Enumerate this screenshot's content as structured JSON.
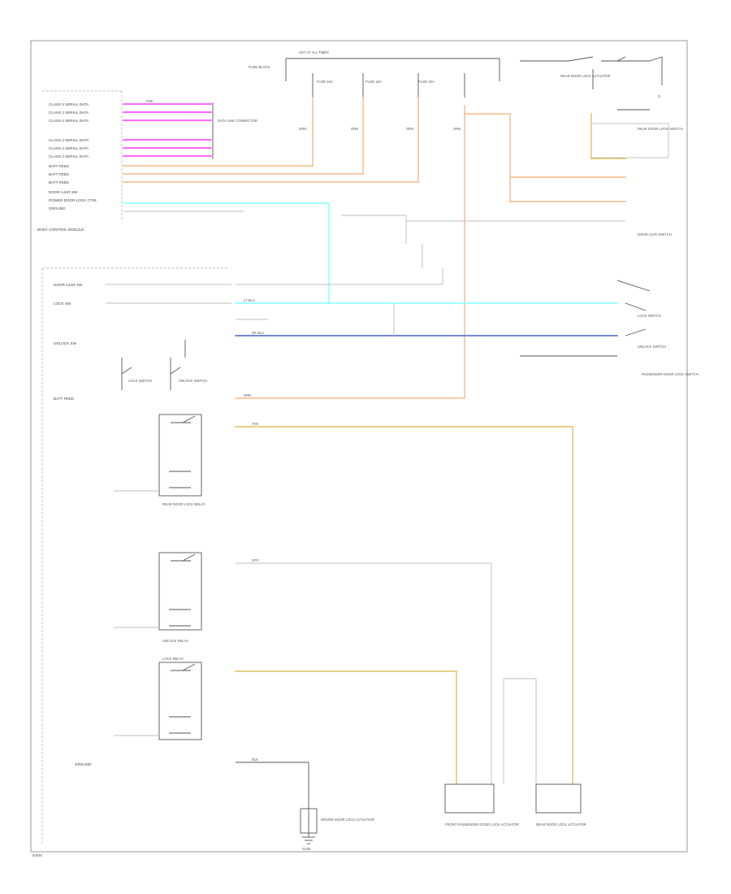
{
  "diagram": {
    "footer_code": "93948",
    "colors": {
      "pink": "#ff33ff",
      "orange": "#f5b886",
      "cyan": "#80ffff",
      "blue": "#4460cc",
      "yellow": "#e0c060",
      "gray": "#c0c0c0",
      "black": "#555555"
    },
    "top_fuse": {
      "header": "HOT AT ALL TIMES",
      "fuse_labels": [
        "FUSE BLOCK",
        "FUSE 10A",
        "FUSE 15A",
        "FUSE 20A"
      ],
      "wire_codes": [
        "ORN",
        "ORN",
        "ORN",
        "ORN"
      ]
    },
    "left_labels": [
      "CLASS 2 SERIAL DATA",
      "CLASS 2 SERIAL DATA",
      "CLASS 2 SERIAL DATA",
      "CLASS 2 SERIAL DATA",
      "CLASS 2 SERIAL DATA",
      "CLASS 2 SERIAL DATA",
      "BATT FEED",
      "BATT FEED",
      "BATT FEED",
      "DOOR AJAR SW",
      "POWER DOOR LOCK CTRL",
      "GROUND"
    ],
    "body_module_label": "BODY CONTROL MODULE",
    "splice_label": "DATA LINK CONNECTOR",
    "bcm_inputs": [
      "DOOR AJAR SW",
      "LOCK SW",
      "UNLOCK SW",
      "BATT FEED"
    ],
    "switch_labels": [
      "LOCK SWITCH",
      "UNLOCK SWITCH"
    ],
    "relay_labels": [
      "REAR DOOR LOCK RELAY",
      "UNLOCK RELAY",
      "LOCK RELAY"
    ],
    "right_labels": {
      "door_ajar": "DOOR AJAR SWITCH",
      "lock": "LOCK SWITCH",
      "unlock": "UNLOCK SWITCH",
      "passenger": "PASSENGER DOOR LOCK SWITCH",
      "actuator_top": "REAR DOOR LOCK ACTUATOR",
      "g_label": "G"
    },
    "bottom_labels": {
      "ground": "GROUND",
      "lock_actuator": "DRIVER DOOR LOCK ACTUATOR",
      "passenger_actuator": "FRONT PASSENGER DOOR LOCK ACTUATOR",
      "rear_actuator": "REAR DOOR LOCK ACTUATOR",
      "ground_g": "G100",
      "rear_lock_switch": "REAR DOOR LOCK SWITCH"
    },
    "wire_codes": {
      "pnk": "PNK",
      "org": "ORN",
      "lblu": "LT BLU",
      "dblu": "DK BLU",
      "tan": "TAN",
      "gry": "GRY",
      "blk": "BLK"
    }
  }
}
